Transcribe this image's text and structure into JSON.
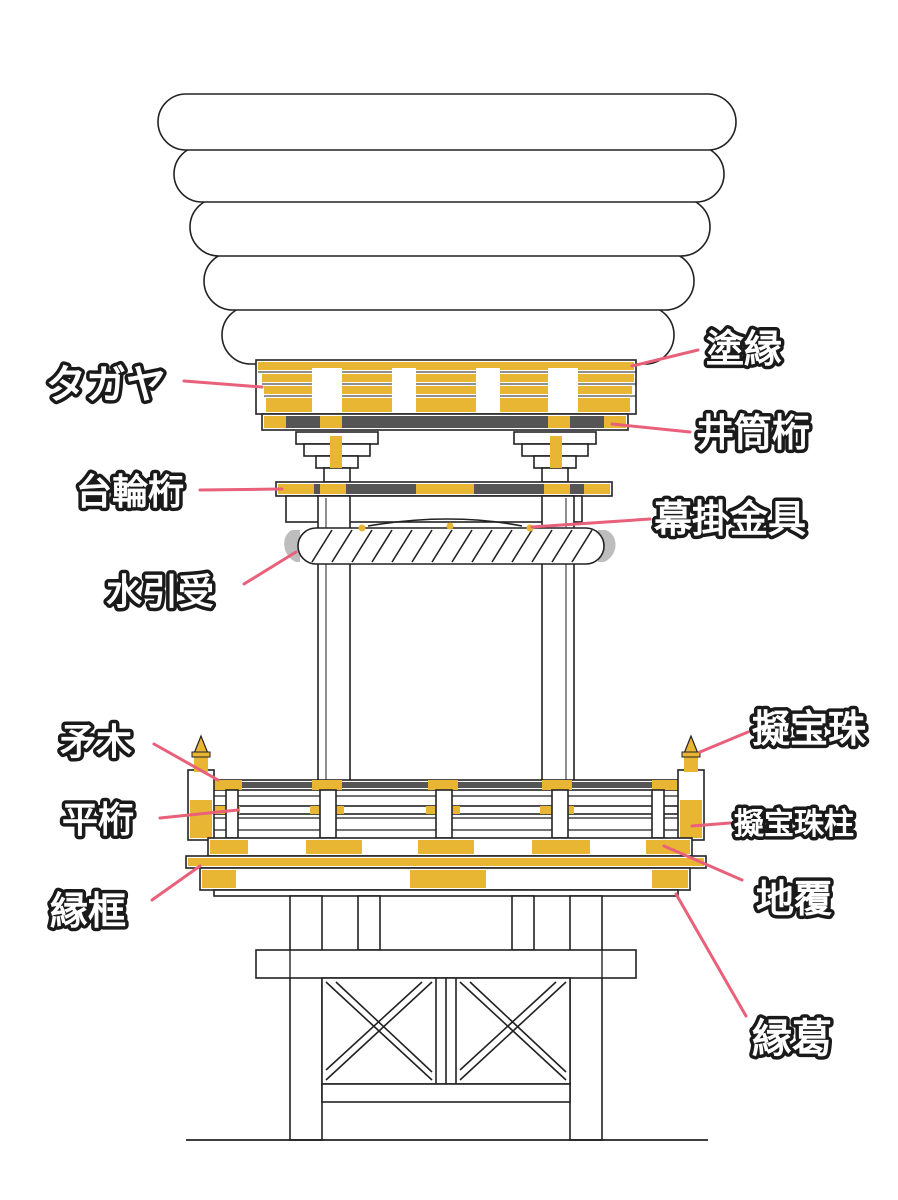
{
  "colors": {
    "gold": "#e8b632",
    "dark_band": "#555555",
    "leader_line": "#e8607a",
    "rope_shade": "#bdbdbd",
    "outline": "#222222"
  },
  "labels": {
    "nurien": "塗縁",
    "tagaya": "タガヤ",
    "izutsugeta": "井筒桁",
    "daiwageta": "台輪桁",
    "makukakekanagu": "幕掛金具",
    "mizuhikiuke": "水引受",
    "hokogi": "矛木",
    "gibooshu": "擬宝珠",
    "hirageta": "平桁",
    "gibooshubashira": "擬宝珠柱",
    "enkamachi": "縁框",
    "jifuku": "地覆",
    "enkazura": "縁葛"
  }
}
